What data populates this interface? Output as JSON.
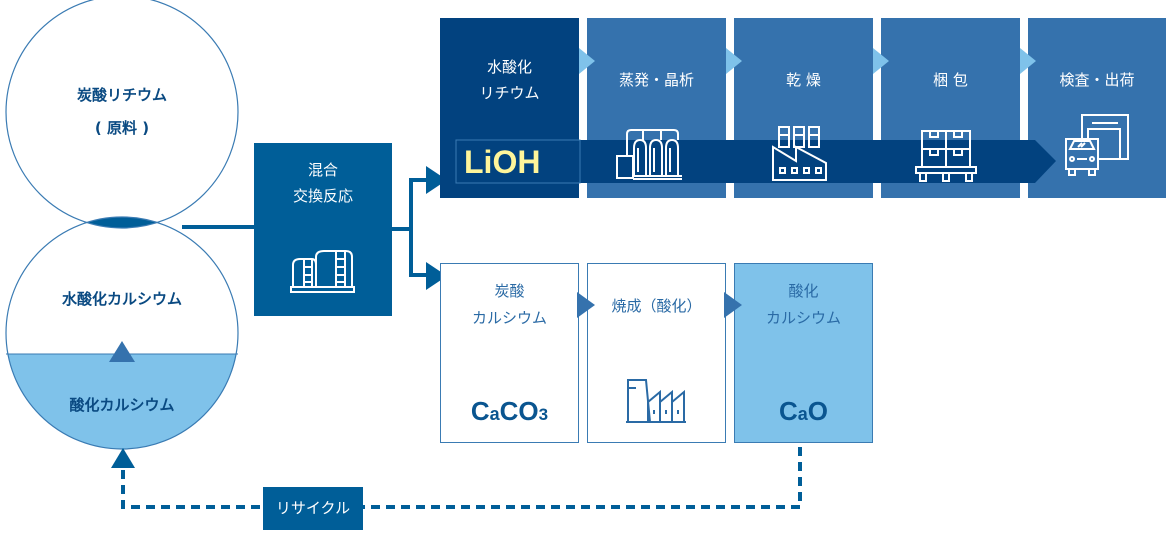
{
  "colors": {
    "dark_navy": "#02427f",
    "mid_blue": "#005e98",
    "step_blue": "#3572ad",
    "light_blue": "#7fc2ea",
    "arrow_light": "#7fc2ea",
    "lioh_text": "#fff59a",
    "outline": "#3a7bb3"
  },
  "raw_material": {
    "title": "炭酸リチウム",
    "subtitle": "( 原料 )"
  },
  "calcium_circle": {
    "upper_label": "水酸化カルシウム",
    "lower_label": "酸化カルシウム"
  },
  "mixing": {
    "line1": "混合",
    "line2": "交換反応",
    "icon": "tank-icon"
  },
  "lioh_process": {
    "product": {
      "line1": "水酸化",
      "line2": "リチウム"
    },
    "formula": "LiOH",
    "steps": [
      {
        "label": "蒸発・晶析",
        "icon": "evaporator-icon"
      },
      {
        "label": "乾 燥",
        "icon": "factory-icon"
      },
      {
        "label": "梱 包",
        "icon": "pallet-boxes-icon"
      },
      {
        "label": "検査・出荷",
        "icon": "truck-warehouse-icon"
      }
    ]
  },
  "calcium_process": {
    "carbonate": {
      "line1": "炭酸",
      "line2": "カルシウム",
      "formula_main": "CaCO",
      "formula_sub": "3",
      "formula_a": "a"
    },
    "calcination": {
      "label": "焼成（酸化）",
      "icon": "kiln-factory-icon"
    },
    "oxide": {
      "line1": "酸化",
      "line2": "カルシウム",
      "formula": "CaO"
    }
  },
  "recycle": {
    "label": "リサイクル"
  }
}
